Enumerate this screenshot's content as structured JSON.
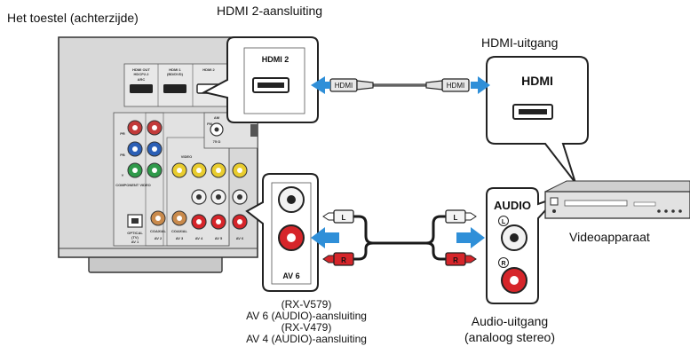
{
  "labels": {
    "receiver_title": "Het toestel (achterzijde)",
    "hdmi2_title": "HDMI 2-aansluiting",
    "hdmi_out_title": "HDMI-uitgang",
    "device_label": "Videoapparaat",
    "audio_out_line1": "Audio-uitgang",
    "audio_out_line2": "(analoog stereo)"
  },
  "captions": {
    "line1": "(RX-V579)",
    "line2": "AV 6 (AUDIO)-aansluiting",
    "line3": "(RX-V479)",
    "line4": "AV 4 (AUDIO)-aansluiting"
  },
  "callouts": {
    "hdmi2_panel_label": "HDMI 2",
    "hdmi_out_panel_label": "HDMI",
    "av6_panel_label": "AV 6",
    "audio_panel_label": "AUDIO",
    "jack_left_marker": "L",
    "jack_right_marker": "R"
  },
  "cables": {
    "hdmi_plug_label": "HDMI",
    "rca_left_label": "L",
    "rca_right_label": "R"
  },
  "receiver_panel": {
    "hdmi_out": "HDMI OUT",
    "hdmi_out_sub": "HDCP2.2",
    "arc": "ARC",
    "hdmi1": "HDMI 1",
    "hdmi1_sub": "(BD/DVD)",
    "hdmi2": "HDMI 2",
    "component_video": "COMPONENT VIDEO",
    "video": "VIDEO",
    "optical": "OPTICAL",
    "optical_tv": "(TV)",
    "coaxial": "COAXIAL",
    "av1": "AV 1",
    "av2": "AV 2",
    "av3": "AV 3",
    "av4": "AV 4",
    "av5": "AV 5",
    "av6": "AV 6",
    "pr": "PR",
    "pb": "PB",
    "y": "Y",
    "fm": "FM",
    "am": "AM",
    "ohm": "75 Ω"
  },
  "colors": {
    "arrow_blue": "#2f8fd8",
    "receiver_gray": "#d5d5d5",
    "rca_red": "#d6252a",
    "rca_white": "#f0f0f0",
    "cable_black": "#1a1a1a",
    "callout_border": "#222222"
  }
}
